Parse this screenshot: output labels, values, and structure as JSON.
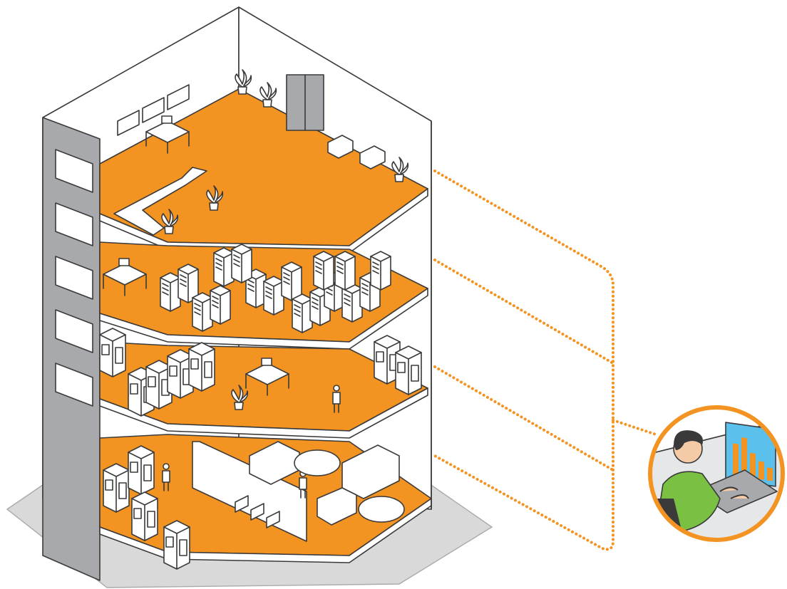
{
  "illustration": {
    "subject": "building-monitoring",
    "floors": [
      "office-floor",
      "server-floor",
      "electrical-floor",
      "mechanical-floor"
    ],
    "colors": {
      "floor": "#F39321",
      "wall": "#FFFFFF",
      "outline": "#3A3A3A",
      "stair_tower": "#A7A9AC",
      "ground": "#D9D9D9",
      "connector": "#F39321",
      "operator_shirt": "#7AC143",
      "screen": "#5BC0EB",
      "screen_bars": "#F39321"
    }
  }
}
